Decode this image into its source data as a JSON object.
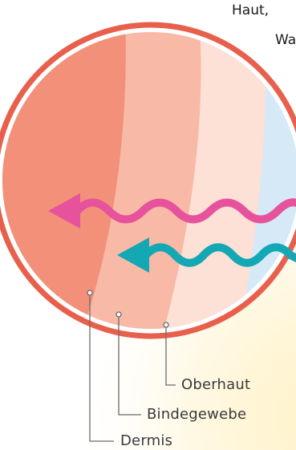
{
  "caption": {
    "line1": "Haut,",
    "line2": "Wa"
  },
  "labels": {
    "epidermis": "Oberhaut",
    "connective": "Bindegewebe",
    "dermis": "Dermis"
  },
  "colors": {
    "ring": "#e8604c",
    "layer_dermis": "#f29079",
    "layer_connective": "#f8b9a6",
    "layer_epidermis": "#fde0d6",
    "layer_outer": "#d5e9f7",
    "wave_pink": "#e6539c",
    "wave_teal": "#13a8b4",
    "glow": "#fff2c2",
    "leader": "#6b6b6b"
  }
}
